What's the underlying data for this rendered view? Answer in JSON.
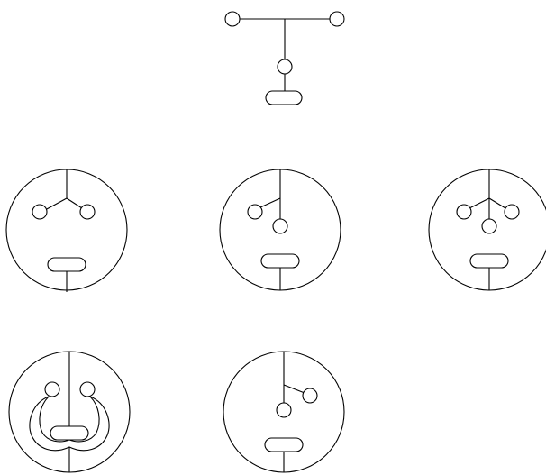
{
  "diagram": {
    "type": "symbol-sheet",
    "stroke_color": "#000000",
    "background": "#ffffff",
    "symbols": [
      {
        "id": "t-junction",
        "frame": "none"
      },
      {
        "id": "circle-v-two-nodes",
        "frame": "circle"
      },
      {
        "id": "circle-branch-one-node",
        "frame": "circle"
      },
      {
        "id": "circle-three-nodes",
        "frame": "circle"
      },
      {
        "id": "circle-loop",
        "frame": "circle"
      },
      {
        "id": "circle-right-branch",
        "frame": "circle"
      }
    ]
  }
}
